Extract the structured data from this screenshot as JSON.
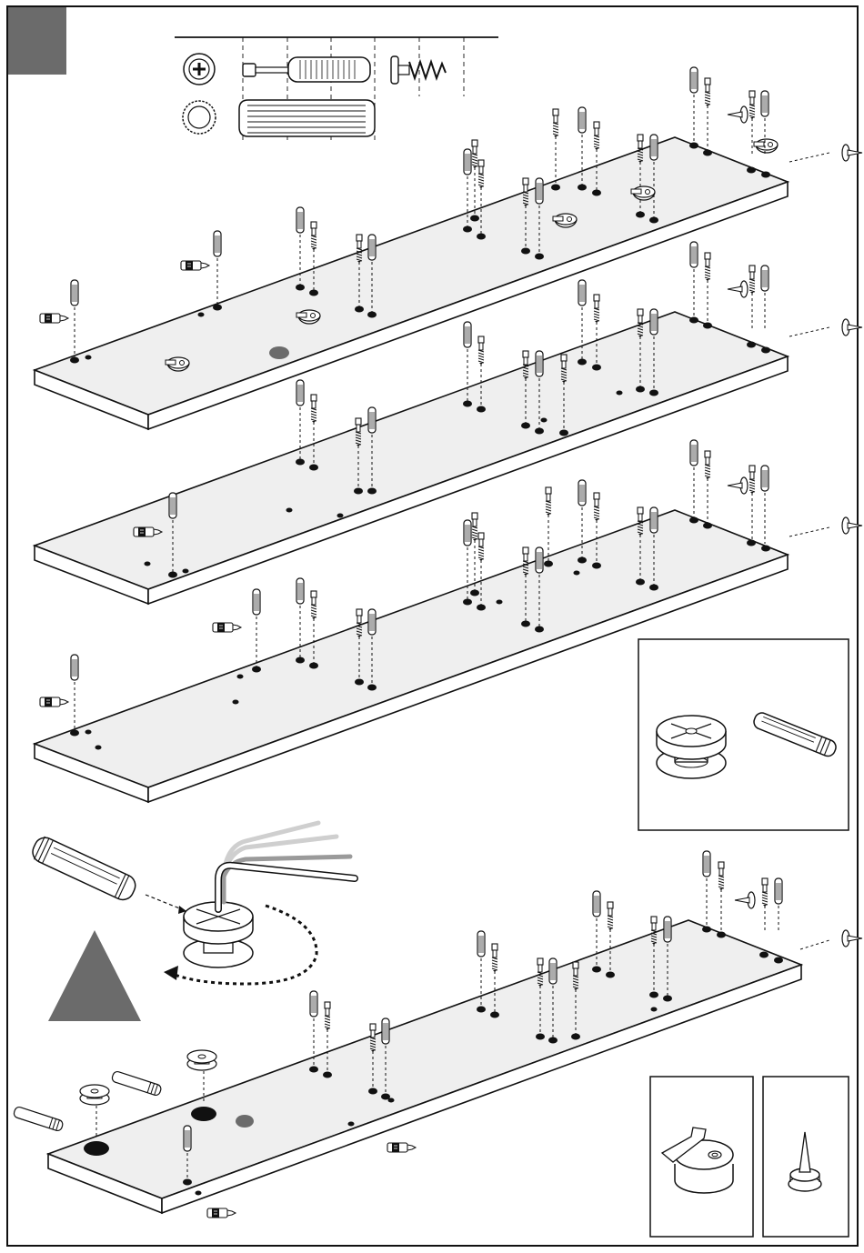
{
  "page": {
    "background": "#ffffff",
    "line_color": "#111111",
    "board_fill": "#efefef",
    "board_edge_fill": "#ffffff",
    "step_marker_color": "#6b6b6b",
    "warning_triangle_color": "#6b6b6b",
    "board_dot_color": "#6b6b6b"
  },
  "parts_legend": {
    "items": [
      "screw-head-icon",
      "screwdriver-icon",
      "screw-icon",
      "dowel-end-icon",
      "dowel-icon"
    ]
  },
  "panels": [
    {
      "id": "top-panel",
      "parts": [
        "dowels",
        "cam-screws",
        "cam-locks",
        "glue-bottles",
        "nail"
      ]
    },
    {
      "id": "middle-panel",
      "parts": [
        "dowels",
        "cam-screws",
        "glue-bottles",
        "nail"
      ]
    },
    {
      "id": "third-panel",
      "parts": [
        "dowels",
        "cam-screws",
        "glue-bottles",
        "nail"
      ]
    },
    {
      "id": "bottom-panel",
      "parts": [
        "dowels",
        "cam-screws",
        "cam-wheels",
        "glue-bottles",
        "nail"
      ]
    }
  ],
  "details": {
    "cam-wheel-and-bolt": {
      "icons": [
        "cam-wheel-icon",
        "cam-bolt-icon"
      ]
    },
    "cam-lock": {
      "icons": [
        "cam-lock-icon"
      ]
    },
    "nail": {
      "icons": [
        "nail-icon"
      ]
    },
    "allen-key": {
      "icons": [
        "allen-key-icon",
        "rotation-arrow-icon"
      ]
    }
  }
}
